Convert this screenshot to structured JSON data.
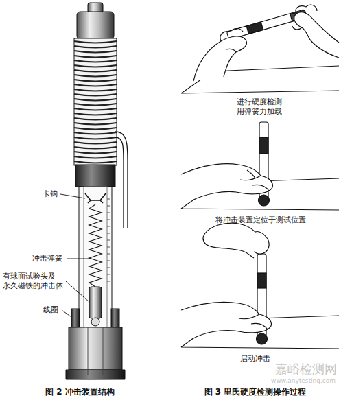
{
  "diagram": {
    "labels": [
      "卡钩",
      "冲击弹簧",
      "有球面试验头及 永久磁铁的冲击体",
      "线圈",
      "图 2 冲击装置结构",
      "进行硬度检测 用弹簧力加载",
      "将冲击装置定位于测试位置",
      "启动冲击",
      "图 3 里氏硬度检测操作过程",
      "嘉峪检测网",
      "www.anytesting.com"
    ]
  }
}
